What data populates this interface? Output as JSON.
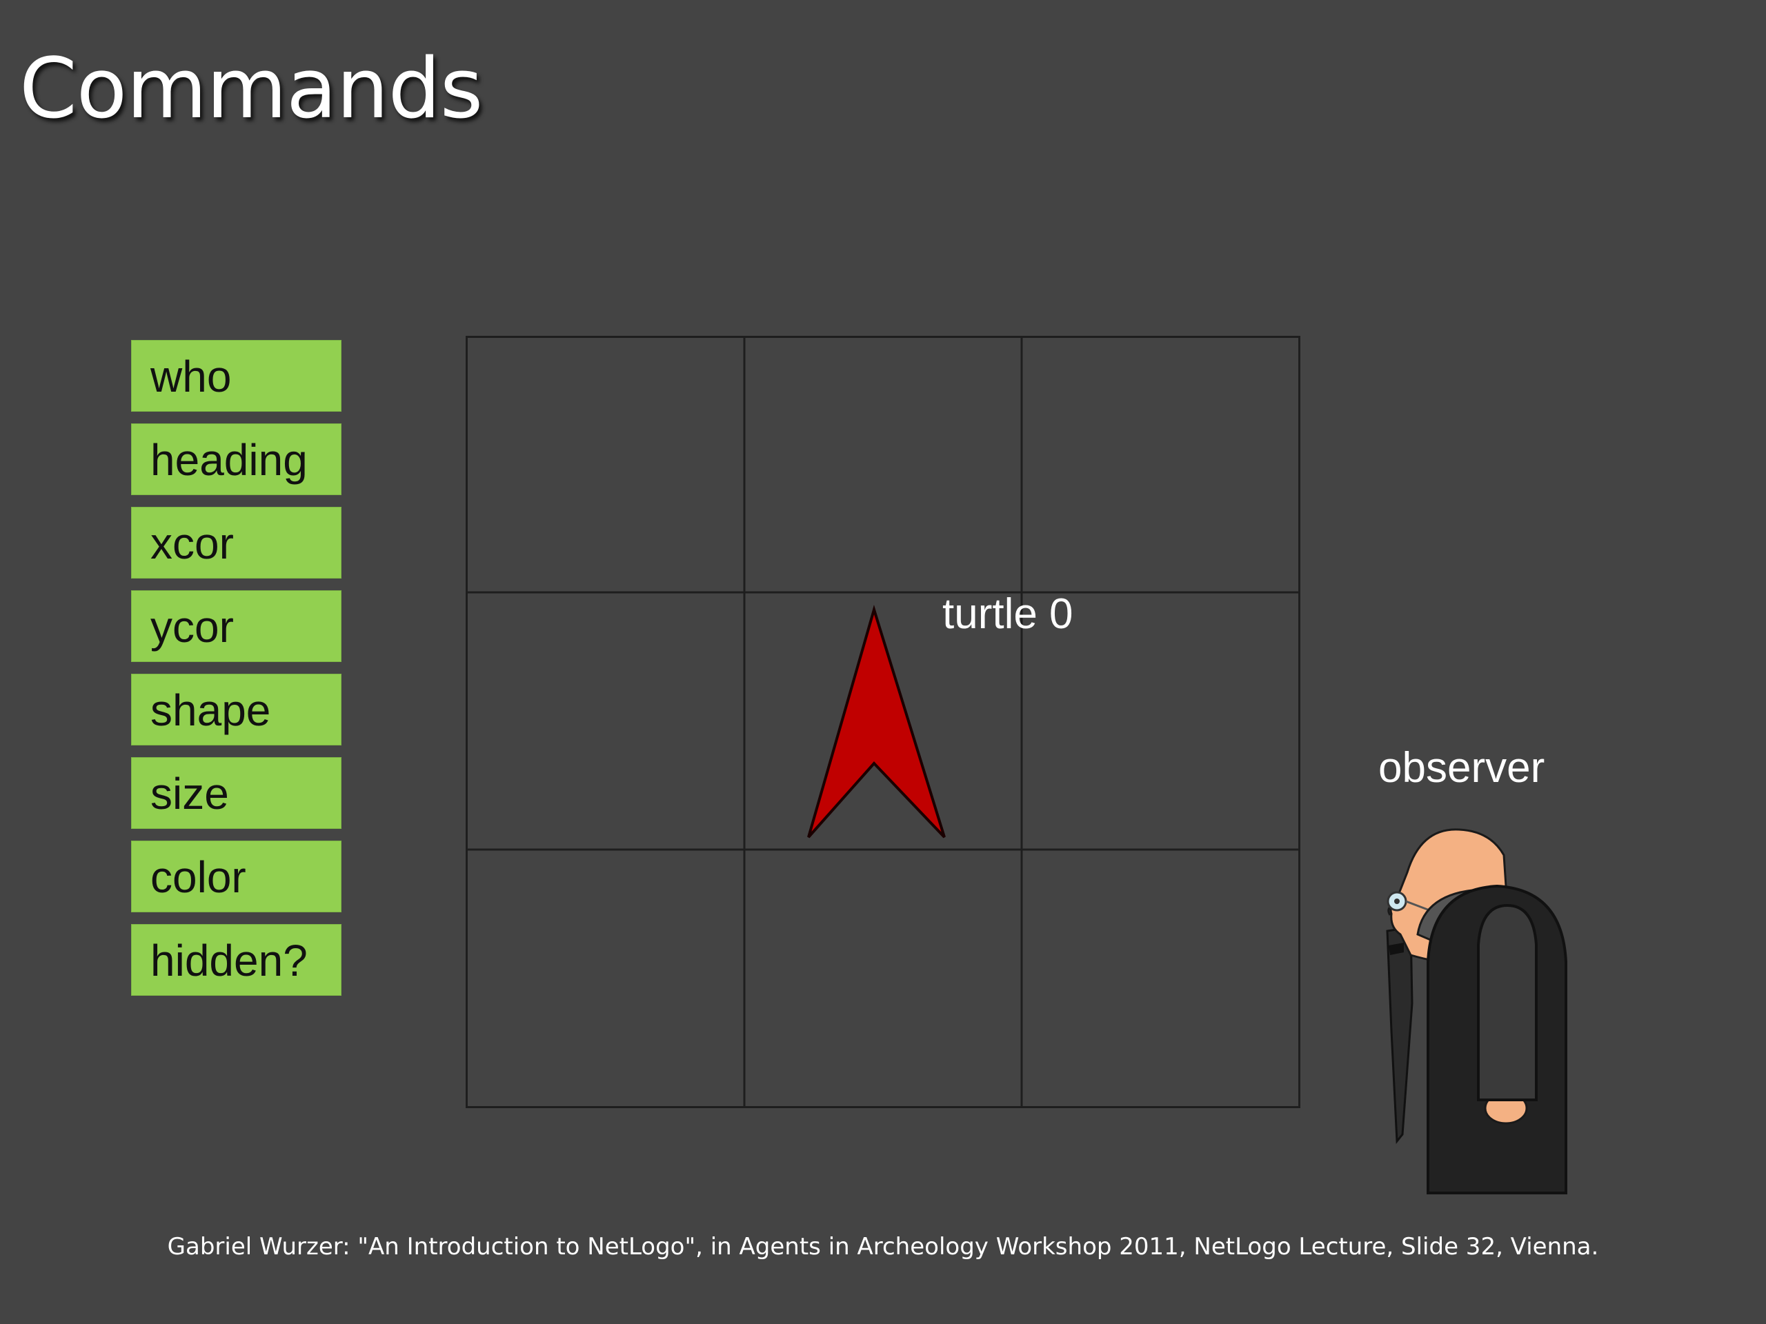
{
  "slide": {
    "title": "Commands",
    "citation": "Gabriel Wurzer: \"An Introduction to NetLogo\", in Agents in Archeology Workshop 2011, NetLogo Lecture, Slide 32, Vienna."
  },
  "commands": [
    "who",
    "heading",
    "xcor",
    "ycor",
    "shape",
    "size",
    "color",
    "hidden?"
  ],
  "world": {
    "grid": "3x3",
    "turtle_label": "turtle 0",
    "turtle_color": "#c00000",
    "turtle_icon": "arrow-icon"
  },
  "observer": {
    "label": "observer",
    "icon": "monk-observer-icon"
  },
  "colors": {
    "background": "#444444",
    "command_box": "#92d050",
    "grid_line": "#1e1e1e"
  }
}
